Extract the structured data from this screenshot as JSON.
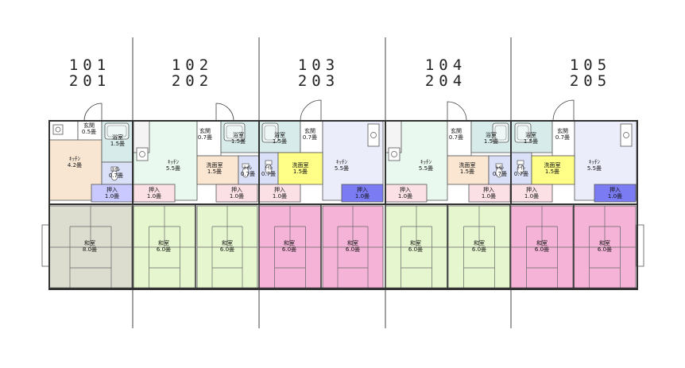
{
  "units": [
    {
      "id": "u1",
      "upper": "101",
      "lower": "201"
    },
    {
      "id": "u2",
      "upper": "102",
      "lower": "202"
    },
    {
      "id": "u3",
      "upper": "103",
      "lower": "203"
    },
    {
      "id": "u4",
      "upper": "104",
      "lower": "204"
    },
    {
      "id": "u5",
      "upper": "105",
      "lower": "205"
    }
  ],
  "labels": {
    "genkan": "玄関",
    "genkan_07": "0.7畳",
    "genkan_05": "0.5畳",
    "bath": "浴室",
    "bath_15": "1.5畳",
    "kitchen": "ｷｯﾁﾝ",
    "kitchen_42": "4.2畳",
    "kitchen_55": "5.5畳",
    "toilet": "ﾄｲﾚ",
    "toilet_07": "0.7畳",
    "washroom": "洗面室",
    "washroom_15": "1.5畳",
    "closet": "押入",
    "closet_10": "1.0畳",
    "washitsu": "和室",
    "washitsu_80": "8.0畳",
    "washitsu_60": "6.0畳"
  },
  "colors": {
    "kitchen_peach": "#f8e6d2",
    "kitchen_blue": "#ecedfb",
    "kitchen_green": "#eaf9ef",
    "tatami_gray": "#dcdccf",
    "tatami_green": "#e6f7cf",
    "tatami_pink": "#f5b3d8",
    "closet_pink": "#fbe0e6",
    "closet_purple": "#c9c9ff",
    "closet_blue": "#7b7bf4",
    "washroom_peach": "#fbe6d2",
    "washroom_yellow": "#ffff88",
    "toilet_lav": "#d9e0f8",
    "bath_teal": "#d7ecea",
    "wall": "#333333"
  }
}
